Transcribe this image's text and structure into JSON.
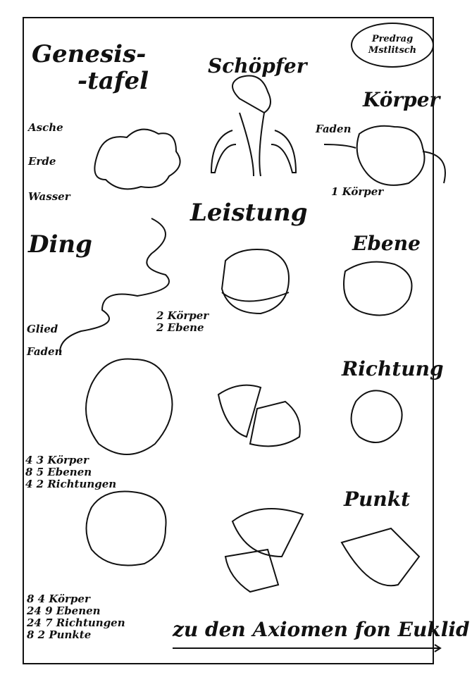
{
  "title": {
    "line1": "Genesis-",
    "line2": "-tafel"
  },
  "signature": {
    "line1": "Predrag",
    "line2": "Mstlitsch"
  },
  "labels": {
    "schoepfer": "Schöpfer",
    "koerper": "Körper",
    "faden_top": "Faden",
    "one_koerper": "1 Körper",
    "asche": "Asche",
    "erde": "Erde",
    "wasser": "Wasser",
    "leistung": "Leistung",
    "ding": "Ding",
    "ebene": "Ebene",
    "glied": "Glied",
    "faden_left": "Faden",
    "richtung": "Richtung",
    "punkt": "Punkt"
  },
  "counts_leistung": [
    "2 Körper",
    "2 Ebene"
  ],
  "counts_middle": [
    "4  3 Körper",
    "8  5 Ebenen",
    "4  2 Richtungen"
  ],
  "counts_bottom": [
    "8  4 Körper",
    "24  9 Ebenen",
    "24  7 Richtungen",
    "8  2 Punkte"
  ],
  "footer": "zu den Axiomen fon Euklid"
}
